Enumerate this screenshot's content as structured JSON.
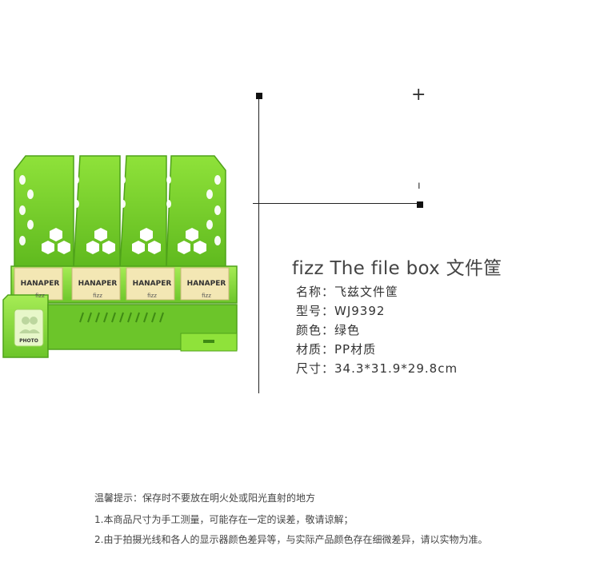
{
  "product": {
    "label_brand": "HANAPER",
    "label_small": "fizz",
    "photo_label": "PHOTO"
  },
  "heading": {
    "title": "fizz  The file box 文件筐"
  },
  "decor": {
    "plus": "+",
    "minus": "ı"
  },
  "specs": {
    "name": "名称：飞兹文件筐",
    "model": "型号：WJ9392",
    "color": "颜色：绿色",
    "material": "材质：PP材质",
    "size": "尺寸：34.3*31.9*29.8cm"
  },
  "notes": {
    "tip": "温馨提示：保存时不要放在明火处或阳光直射的地方",
    "line1": "1.本商品尺寸为手工测量，可能存在一定的误差，敬请谅解；",
    "line2": "2.由于拍摄光线和各人的显示器颜色差异等，与实际产品颜色存在细微差异，请以实物为准。"
  },
  "colors": {
    "body_green": "#7cd430",
    "dark_green": "#4fa21a",
    "label_gold": "#f3e7b4"
  }
}
